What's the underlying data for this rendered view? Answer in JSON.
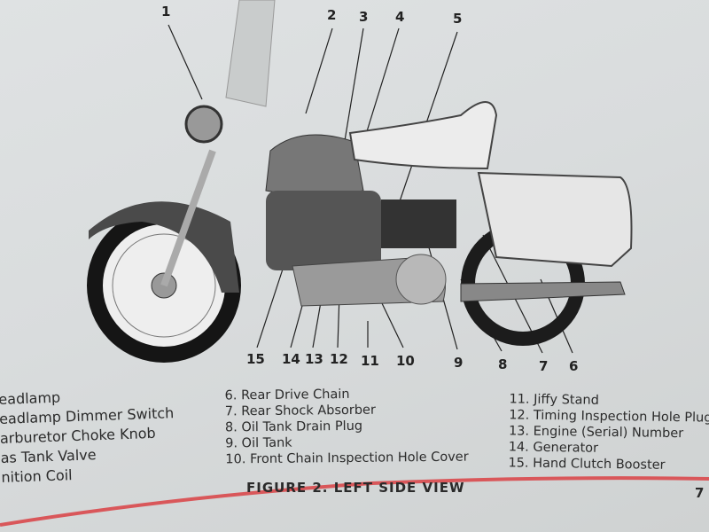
{
  "callouts": {
    "top": [
      "1",
      "2",
      "3",
      "4",
      "5"
    ],
    "bottom": [
      "15",
      "14",
      "13",
      "12",
      "11",
      "10",
      "9",
      "8",
      "7",
      "6"
    ]
  },
  "legend": {
    "col1": [
      "eadlamp",
      "eadlamp Dimmer Switch",
      "arburetor Choke Knob",
      "as Tank Valve",
      "nition Coil"
    ],
    "col2": [
      "6.  Rear Drive Chain",
      "7.  Rear Shock Absorber",
      "8.  Oil Tank Drain Plug",
      "9.  Oil Tank",
      "10.  Front Chain Inspection Hole Cover"
    ],
    "col3": [
      "11.  Jiffy Stand",
      "12.  Timing Inspection Hole Plug",
      "13.  Engine (Serial) Number",
      "14.  Generator",
      "15.  Hand Clutch Booster"
    ]
  },
  "caption": "FIGURE 2. LEFT SIDE VIEW",
  "page_number": "7",
  "colors": {
    "paper": "#dcdfe0",
    "rule": "#d9575a",
    "ink": "#2a2a2a"
  }
}
